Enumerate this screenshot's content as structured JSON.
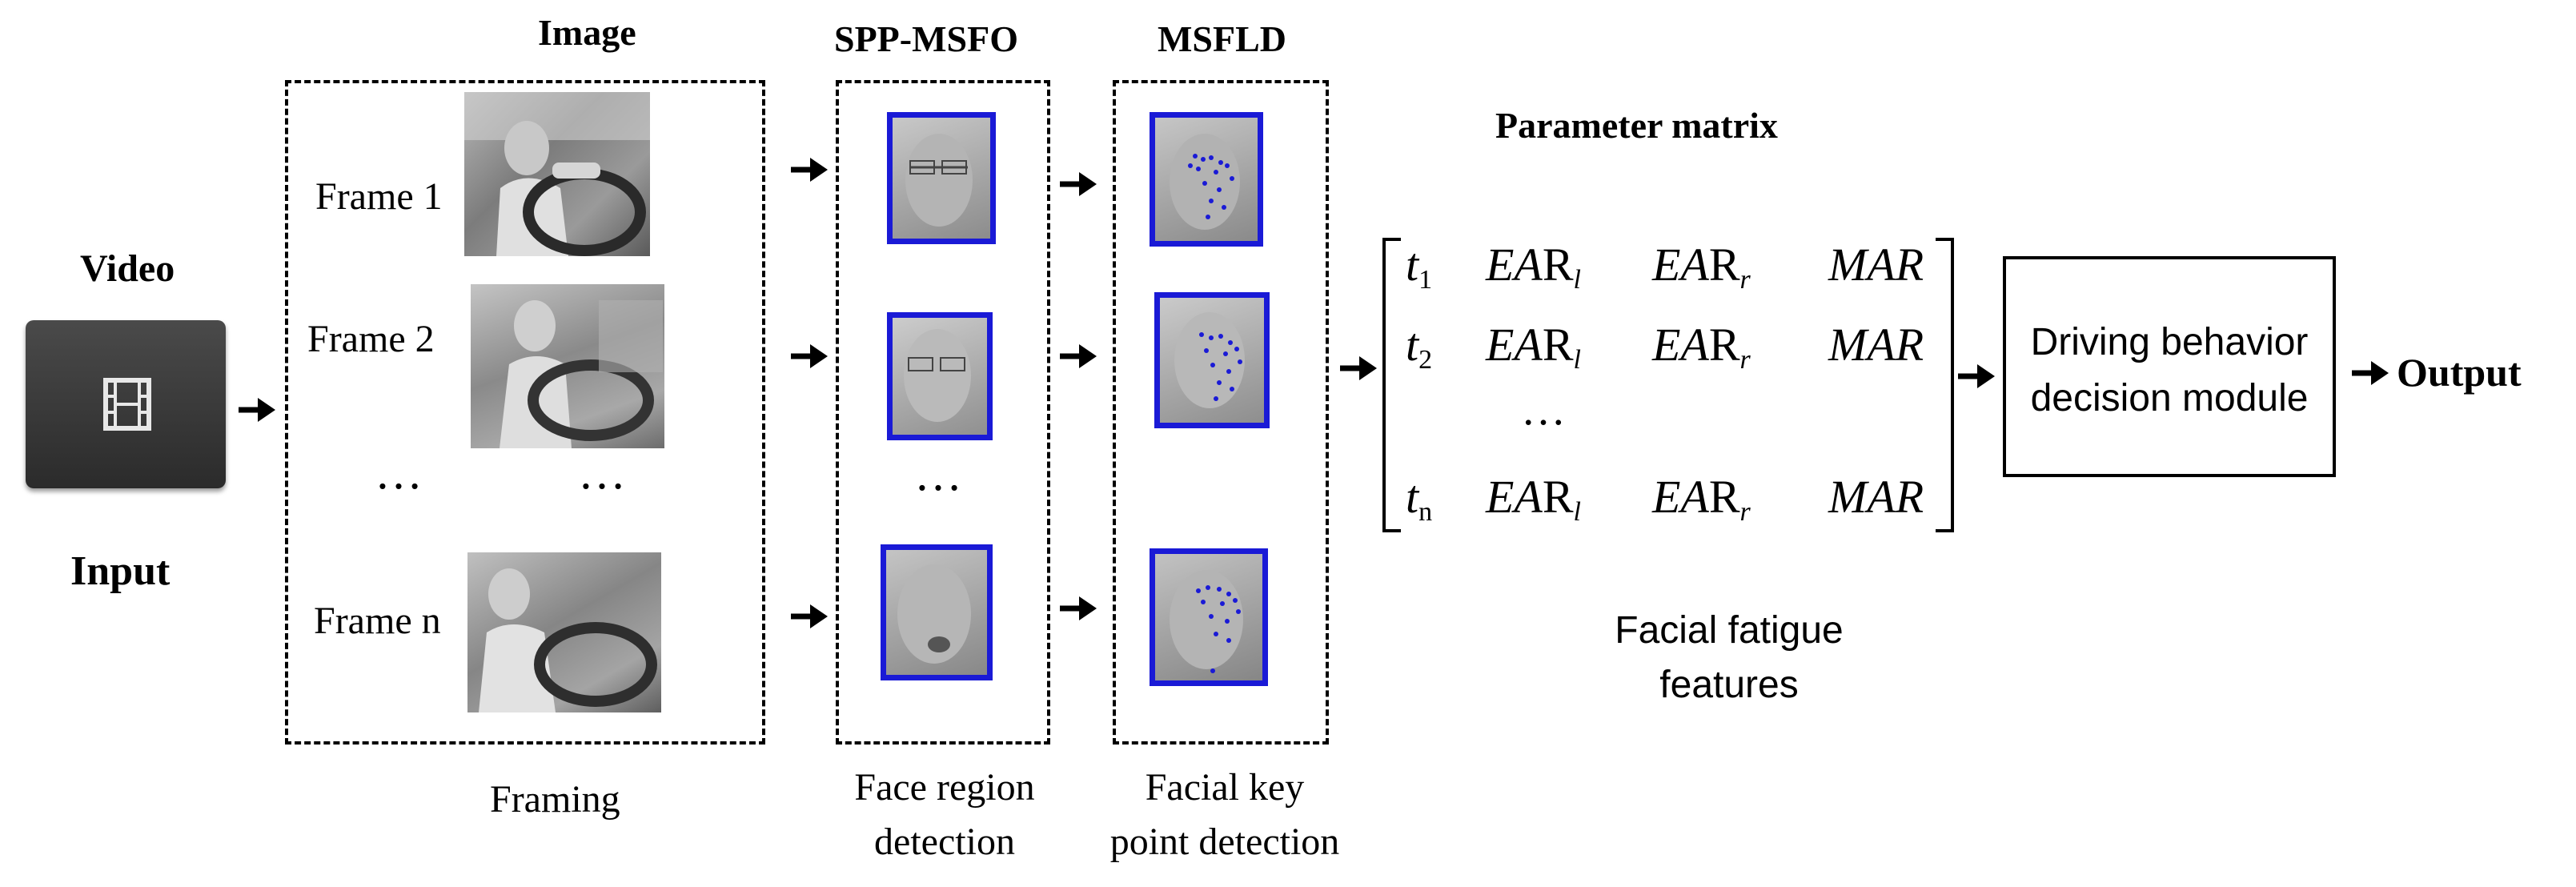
{
  "input": {
    "video_label": "Video",
    "input_label": "Input",
    "icon": "film-icon"
  },
  "framing": {
    "title": "Image",
    "frame1": "Frame 1",
    "frame2": "Frame 2",
    "framen": "Frame n",
    "ellipsis": "…",
    "caption": "Framing"
  },
  "face_detection": {
    "title": "SPP-MSFO",
    "ellipsis": "…",
    "caption_line1": "Face region",
    "caption_line2": "detection"
  },
  "keypoint": {
    "title": "MSFLD",
    "caption_line1": "Facial key",
    "caption_line2": "point detection"
  },
  "matrix": {
    "title": "Parameter matrix",
    "row1": {
      "t": "t",
      "t_sub": "1",
      "earl": "EA",
      "earl_r": "R",
      "earl_sub": "l",
      "earr": "EA",
      "earr_r": "R",
      "earr_sub": "r",
      "mar": "MAR"
    },
    "row2": {
      "t": "t",
      "t_sub": "2",
      "earl": "EA",
      "earl_r": "R",
      "earl_sub": "l",
      "earr": "EA",
      "earr_r": "R",
      "earr_sub": "r",
      "mar": "MAR"
    },
    "dots": "…",
    "rown": {
      "t": "t",
      "t_sub": "n",
      "earl": "EA",
      "earl_r": "R",
      "earl_sub": "l",
      "earr": "EA",
      "earr_r": "R",
      "earr_sub": "r",
      "mar": "MAR"
    },
    "caption_line1": "Facial fatigue",
    "caption_line2": "features"
  },
  "decision": {
    "line1": "Driving behavior",
    "line2": "decision module"
  },
  "output": {
    "label": "Output"
  },
  "colors": {
    "face_box": "#1a1ad6",
    "landmark": "#1a1ad6",
    "photo_gray": "#8a8a8a"
  }
}
